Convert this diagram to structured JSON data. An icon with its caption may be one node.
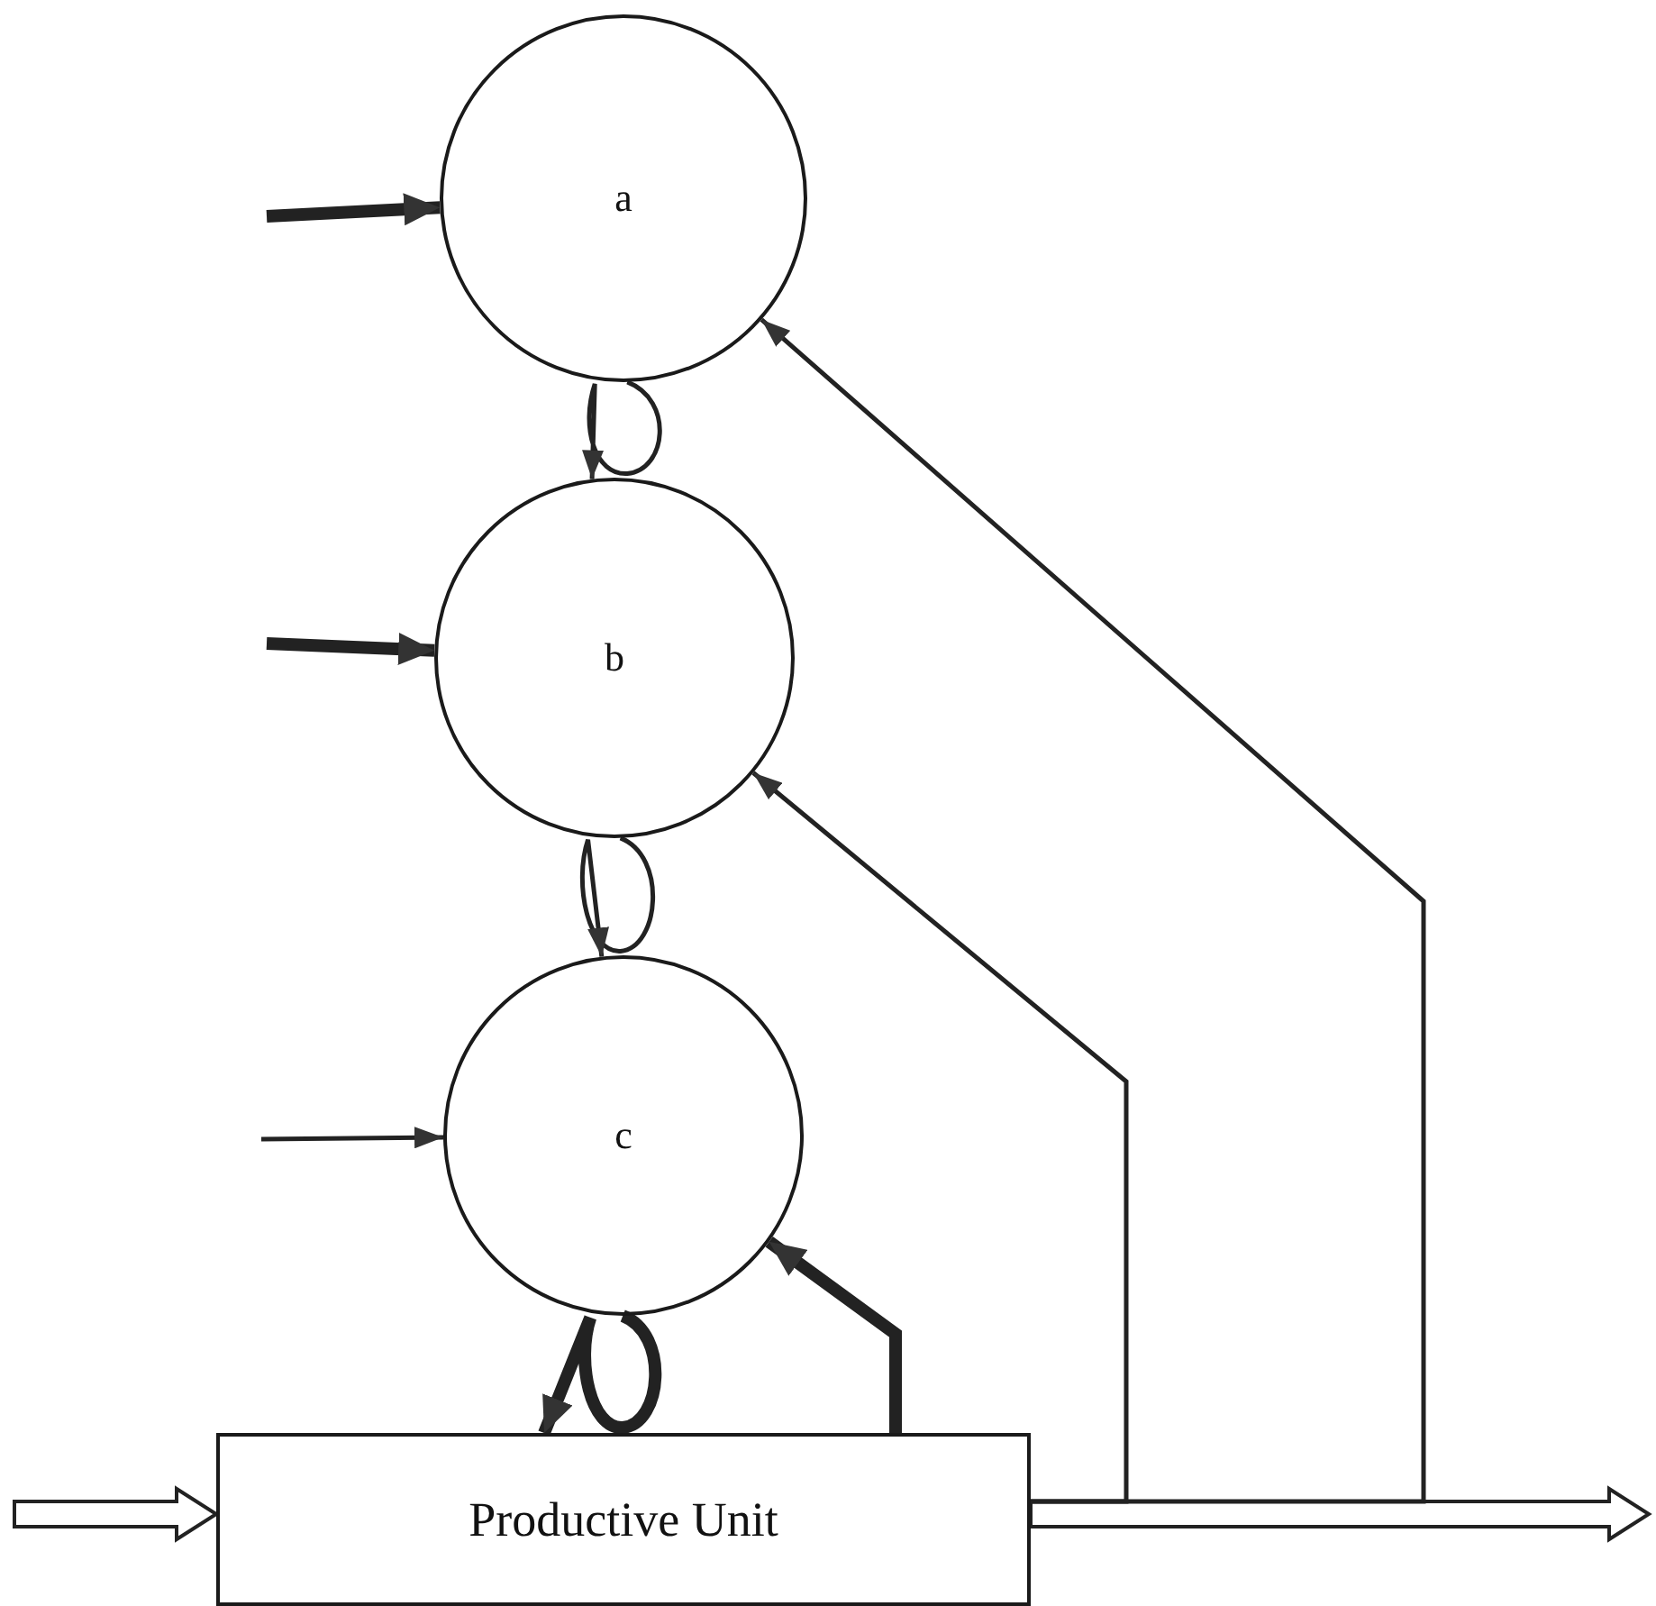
{
  "diagram": {
    "nodes": [
      {
        "text": [
          "a"
        ]
      },
      {
        "text": [
          "b"
        ]
      },
      {
        "text": [
          "c"
        ]
      },
      {
        "text": [
          "Productive Unit"
        ]
      }
    ],
    "edges": [
      {
        "from": null,
        "to": 0,
        "arrow": "to",
        "style": "thick"
      },
      {
        "from": null,
        "to": 1,
        "arrow": "to",
        "style": "thick"
      },
      {
        "from": null,
        "to": 2,
        "arrow": "to"
      },
      {
        "from": 0,
        "to": 1,
        "arrow": "to"
      },
      {
        "from": 1,
        "to": 2,
        "arrow": "to"
      },
      {
        "from": 2,
        "to": 3,
        "arrow": "to",
        "style": "thick"
      },
      {
        "from": null,
        "to": 3,
        "arrow": "to"
      },
      {
        "from": 3,
        "to": null,
        "arrow": "to"
      },
      {
        "from": 3,
        "to": 0,
        "arrow": "to"
      },
      {
        "from": 3,
        "to": 1,
        "arrow": "to"
      },
      {
        "from": 3,
        "to": 2,
        "arrow": "to",
        "style": "thick"
      }
    ]
  }
}
